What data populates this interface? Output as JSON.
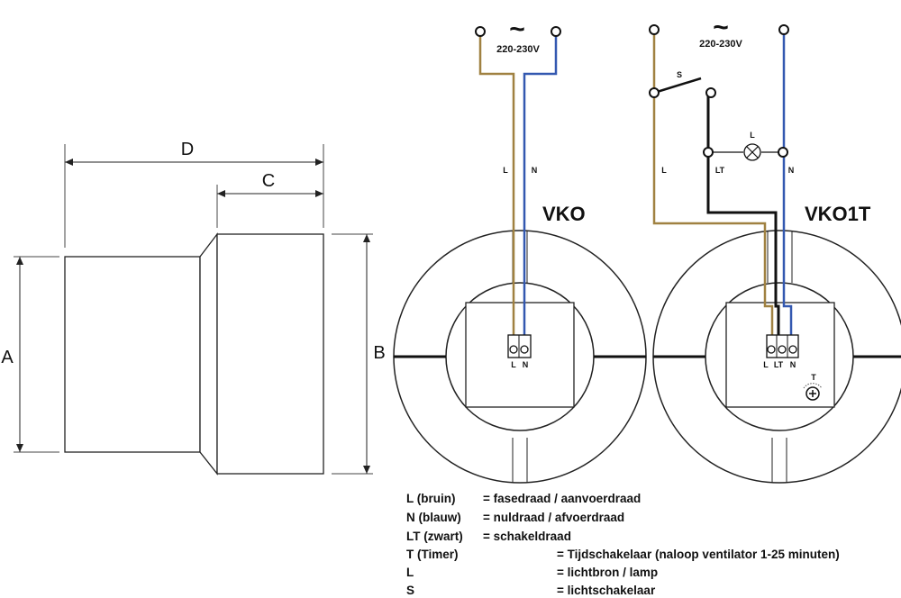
{
  "dimensions": {
    "a": "A",
    "b": "B",
    "c": "C",
    "d": "D"
  },
  "vko": {
    "title": "VKO",
    "voltage": "220-230V",
    "ac_symbol": "~",
    "wire_labels": {
      "l": "L",
      "n": "N"
    },
    "terminal_labels": {
      "l": "L",
      "n": "N"
    }
  },
  "vko1t": {
    "title": "VKO1T",
    "voltage": "220-230V",
    "ac_symbol": "~",
    "switch_label": "S",
    "lamp_label": "L",
    "wire_labels": {
      "l": "L",
      "lt": "LT",
      "n": "N"
    },
    "terminal_labels": {
      "l": "L",
      "lt": "LT",
      "n": "N"
    },
    "timer_label": "T"
  },
  "legend": [
    {
      "key": "L (bruin)",
      "value": "= fasedraad / aanvoerdraad"
    },
    {
      "key": "N (blauw)",
      "value": "= nuldraad / afvoerdraad"
    },
    {
      "key": "LT (zwart)",
      "value": "= schakeldraad"
    },
    {
      "key": "T (Timer)",
      "value": "= Tijdschakelaar (naloop ventilator 1-25 minuten)"
    },
    {
      "key": "L",
      "value": "= lichtbron / lamp"
    },
    {
      "key": "S",
      "value": "= lichtschakelaar"
    }
  ],
  "colors": {
    "brown": "#a08141",
    "blue": "#3358b0",
    "black": "#111111"
  }
}
